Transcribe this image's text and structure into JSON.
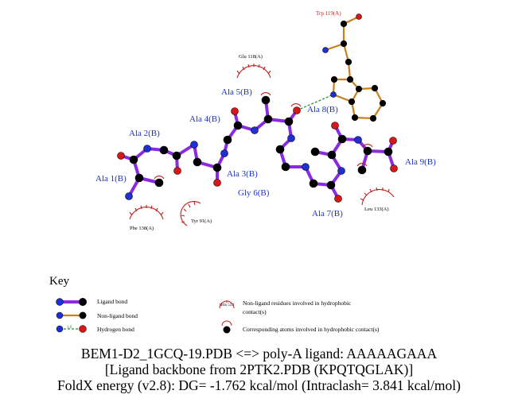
{
  "residues": {
    "ligand": [
      {
        "id": "ala1",
        "label": "Ala 1(B)"
      },
      {
        "id": "ala2",
        "label": "Ala 2(B)"
      },
      {
        "id": "ala3",
        "label": "Ala 3(B)"
      },
      {
        "id": "ala4",
        "label": "Ala 4(B)"
      },
      {
        "id": "ala5",
        "label": "Ala 5(B)"
      },
      {
        "id": "gly6",
        "label": "Gly 6(B)"
      },
      {
        "id": "ala7",
        "label": "Ala 7(B)"
      },
      {
        "id": "ala8",
        "label": "Ala 8(B)"
      },
      {
        "id": "ala9",
        "label": "Ala 9(B)"
      }
    ],
    "protein": [
      {
        "id": "trp119",
        "label": "Trp 119(A)"
      }
    ],
    "hydrophobic": [
      {
        "id": "glu118",
        "label": "Glu 118(A)"
      },
      {
        "id": "phe138",
        "label": "Phe 138(A)"
      },
      {
        "id": "tyr91",
        "label": "Tyr 91(A)"
      },
      {
        "id": "leu133",
        "label": "Leu 133(A)"
      }
    ]
  },
  "colors": {
    "ligand_bond": "#8a2be2",
    "nonligand_bond": "#c8801e",
    "hbond": "#2e8b2e",
    "carbon": "#000000",
    "nitrogen": "#1f2fd6",
    "oxygen": "#d81818",
    "hydrophobic": "#c02020"
  },
  "key": {
    "title": "Key",
    "ligand_bond": "Ligand bond",
    "nonligand_bond": "Non-ligand bond",
    "hydrogen_bond": "Hydrogen bond",
    "hbond_value": "3.0",
    "his_example": "His 53",
    "nonligand_residues_line1": "Non-ligand residues involved in hydrophobic",
    "nonligand_residues_line2": "contact(s)",
    "corresponding_atoms": "Corresponding atoms involved in hydrophobic contact(s)"
  },
  "caption": {
    "line1": "BEM1-D2_1GCQ-19.PDB <=> poly-A ligand: AAAAAGAAA",
    "line2": "[Ligand backbone from 2PTK2.PDB (KPQTQGLAK)]",
    "line3": "FoldX energy (v2.8): DG= -1.762 kcal/mol (Intraclash= 3.841 kcal/mol)"
  }
}
